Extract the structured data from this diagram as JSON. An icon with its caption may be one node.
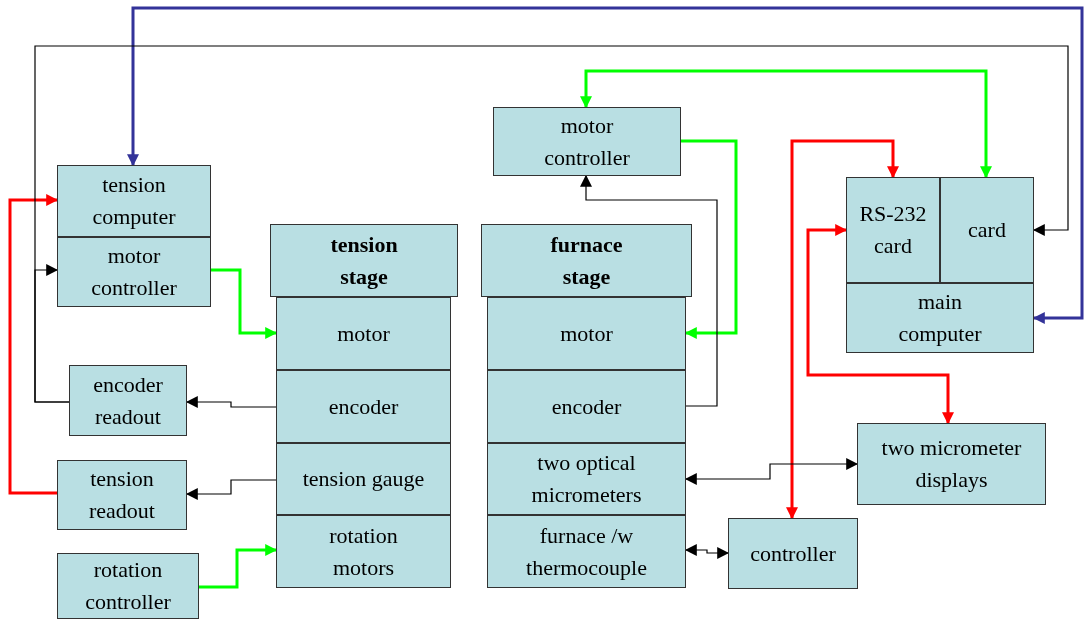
{
  "diagram": {
    "nodes": [
      {
        "text": [
          "tension computer"
        ]
      },
      {
        "text": [
          "motor controller"
        ]
      },
      {
        "text": [
          "encoder readout"
        ]
      },
      {
        "text": [
          "tension readout"
        ]
      },
      {
        "text": [
          "rotation controller"
        ]
      },
      {
        "text": [
          "tension stage"
        ]
      },
      {
        "text": [
          "motor"
        ]
      },
      {
        "text": [
          "encoder"
        ]
      },
      {
        "text": [
          "tension gauge"
        ]
      },
      {
        "text": [
          "rotation motors"
        ]
      },
      {
        "text": [
          "motor controller"
        ]
      },
      {
        "text": [
          "furnace stage"
        ]
      },
      {
        "text": [
          "motor"
        ]
      },
      {
        "text": [
          "encoder"
        ]
      },
      {
        "text": [
          "two optical micrometers"
        ]
      },
      {
        "text": [
          "furnace /w thermocouple"
        ]
      },
      {
        "text": [
          "RS-232 card"
        ]
      },
      {
        "text": [
          "card"
        ]
      },
      {
        "text": [
          "main computer"
        ]
      },
      {
        "text": [
          "two micrometer displays"
        ]
      },
      {
        "text": [
          "controller"
        ]
      }
    ],
    "edges": [
      {
        "from": 18,
        "to": 0,
        "arrow": "both",
        "color": "#333399"
      },
      {
        "from": 3,
        "to": 0,
        "arrow": "to",
        "color": "#ff0000"
      },
      {
        "from": 2,
        "to": 1,
        "arrow": "to"
      },
      {
        "from": 2,
        "to": 17,
        "arrow": "to"
      },
      {
        "from": 1,
        "to": 6,
        "arrow": "to",
        "color": "#00ff00"
      },
      {
        "from": 7,
        "to": 2,
        "arrow": "to"
      },
      {
        "from": 8,
        "to": 3,
        "arrow": "to"
      },
      {
        "from": 4,
        "to": 9,
        "arrow": "to",
        "color": "#00ff00"
      },
      {
        "from": 17,
        "to": 10,
        "arrow": "both",
        "color": "#00ff00"
      },
      {
        "from": 10,
        "to": 12,
        "arrow": "to",
        "color": "#00ff00"
      },
      {
        "from": 13,
        "to": 10,
        "arrow": "to"
      },
      {
        "from": 16,
        "to": 20,
        "arrow": "both",
        "color": "#ff0000"
      },
      {
        "from": 16,
        "to": 19,
        "arrow": "both",
        "color": "#ff0000"
      },
      {
        "from": 14,
        "to": 19,
        "arrow": "both"
      },
      {
        "from": 15,
        "to": 20,
        "arrow": "both"
      }
    ]
  }
}
